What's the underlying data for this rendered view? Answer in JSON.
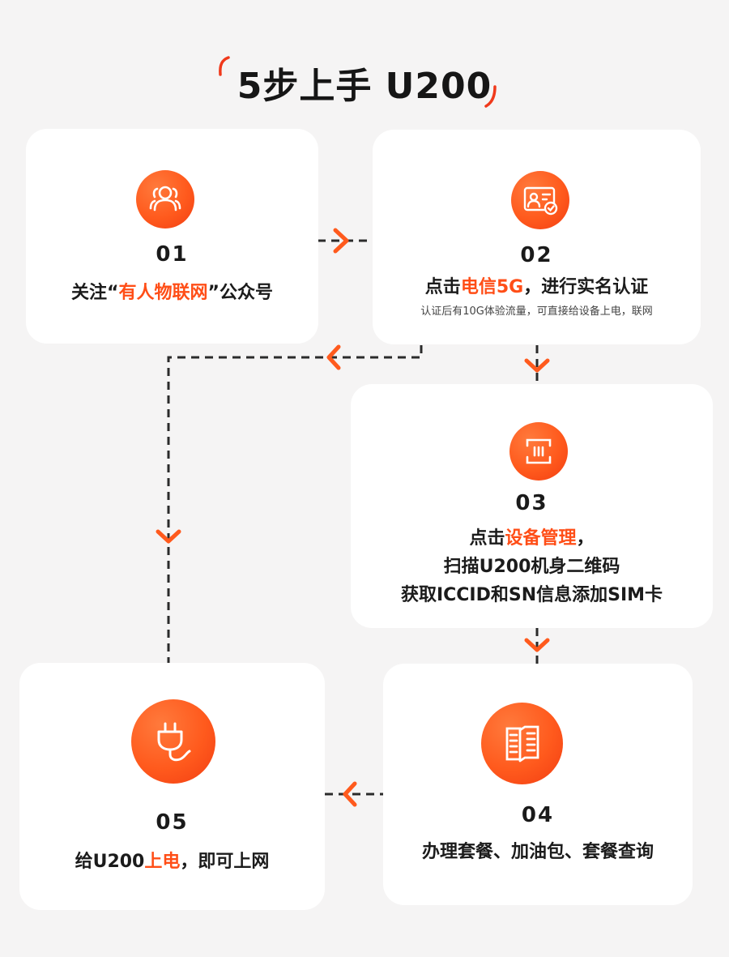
{
  "title": "5步上手 U200",
  "colors": {
    "accent": "#ff5a1d",
    "card": "#ffffff",
    "background": "#f5f4f4"
  },
  "steps": [
    {
      "number": "01",
      "icon": "users-icon",
      "line1": {
        "pre": "关注“",
        "hl": "有人物联网",
        "post": "”公众号"
      }
    },
    {
      "number": "02",
      "icon": "id-card-check-icon",
      "line1": {
        "pre": "点击",
        "hl": "电信5G",
        "post": "，进行实名认证"
      },
      "note": "认证后有10G体验流量，可直接给设备上电，联网"
    },
    {
      "number": "03",
      "icon": "scan-icon",
      "line1": {
        "pre": "点击",
        "hl": "设备管理",
        "post": "，"
      },
      "line2": "扫描U200机身二维码",
      "line3": "获取ICCID和SN信息添加SIM卡"
    },
    {
      "number": "04",
      "icon": "document-list-icon",
      "line1": "办理套餐、加油包、套餐查询"
    },
    {
      "number": "05",
      "icon": "power-plug-icon",
      "line1": {
        "pre": "给U200",
        "hl": "上电",
        "post": "，即可上网"
      }
    }
  ]
}
